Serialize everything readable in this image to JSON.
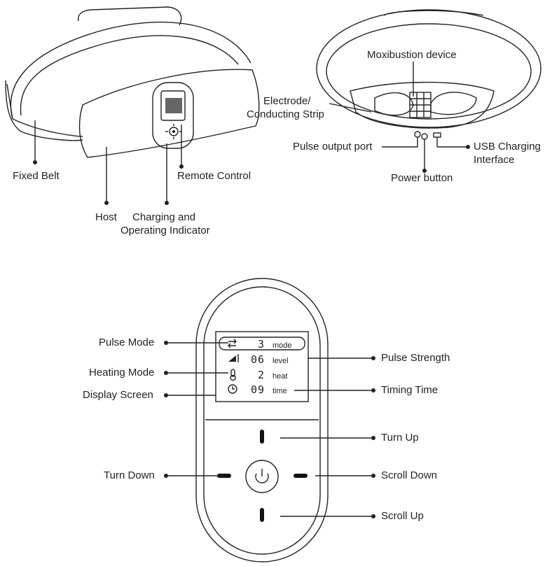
{
  "belt_front": {
    "fixed_belt": "Fixed Belt",
    "host": "Host",
    "remote_control": "Remote Control",
    "indicator": [
      "Charging and",
      "Operating Indicator"
    ]
  },
  "belt_back": {
    "moxibustion": "Moxibustion device",
    "electrode": [
      "Electrode/",
      "Conducting Strip"
    ],
    "pulse_port": "Pulse output port",
    "usb": [
      "USB Charging",
      "Interface"
    ],
    "power": "Power button"
  },
  "remote": {
    "left_labels": {
      "pulse_mode": "Pulse Mode",
      "heating_mode": "Heating Mode",
      "display_screen": "Display Screen",
      "turn_down": "Turn Down"
    },
    "right_labels": {
      "pulse_strength": "Pulse Strength",
      "timing_time": "Timing Time",
      "turn_up": "Turn Up",
      "scroll_down": "Scroll Down",
      "scroll_up": "Scroll Up"
    },
    "screen": {
      "rows": [
        {
          "icon": "cycle-icon",
          "value": "3",
          "unit": "mode"
        },
        {
          "icon": "signal-icon",
          "value": "06",
          "unit": "level"
        },
        {
          "icon": "thermometer-icon",
          "value": "2",
          "unit": "heat"
        },
        {
          "icon": "clock-icon",
          "value": "09",
          "unit": "time"
        }
      ]
    },
    "buttons": [
      "power-button",
      "up-button",
      "down-button",
      "left-button",
      "right-button"
    ]
  }
}
